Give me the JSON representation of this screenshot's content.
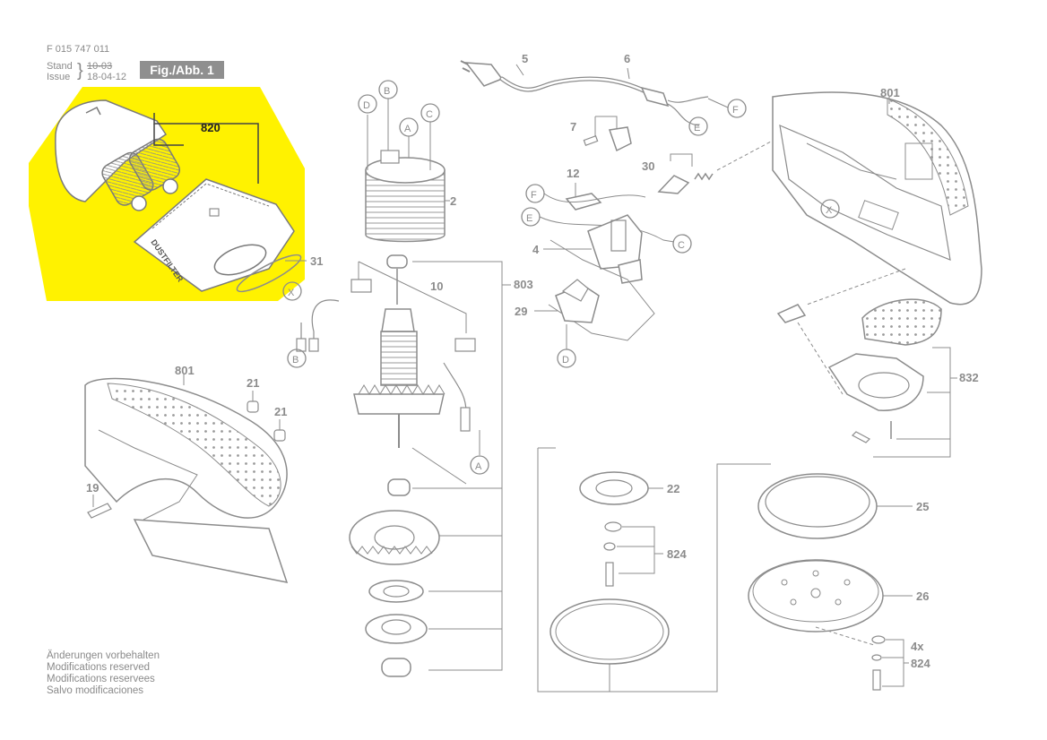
{
  "header": {
    "doc_number": "F 015 747 011",
    "stand_label": "Stand",
    "issue_label": "Issue",
    "stand_date": "10-03",
    "issue_date": "18-04-12",
    "figure_label": "Fig./Abb. 1"
  },
  "notes": [
    "Änderungen vorbehalten",
    "Modifications reserved",
    "Modifications reservees",
    "Salvo modificaciones"
  ],
  "colors": {
    "highlight": "#fff200",
    "lines": "#8c8c8c",
    "callout_circle": "#8f8f8f",
    "header_box": "#8f8f8f"
  },
  "filter_label": "DUSTFILTER",
  "part_labels": {
    "p820": "820",
    "p31": "31",
    "p5": "5",
    "p6": "6",
    "p801a": "801",
    "p801b": "801",
    "p2": "2",
    "p803": "803",
    "p10": "10",
    "p7": "7",
    "p30": "30",
    "p12": "12",
    "p4": "4",
    "p29": "29",
    "p832": "832",
    "p21a": "21",
    "p21b": "21",
    "p19": "19",
    "p22": "22",
    "p824a": "824",
    "p25": "25",
    "p26": "26",
    "p4x": "4x",
    "p824b": "824"
  },
  "callouts": {
    "D1": "D",
    "B1": "B",
    "A1": "A",
    "C1": "C",
    "B2": "B",
    "A2": "A",
    "X1": "X",
    "E1": "E",
    "F1": "F",
    "F2": "F",
    "E2": "E",
    "C2": "C",
    "D2": "D",
    "X2": "X"
  }
}
